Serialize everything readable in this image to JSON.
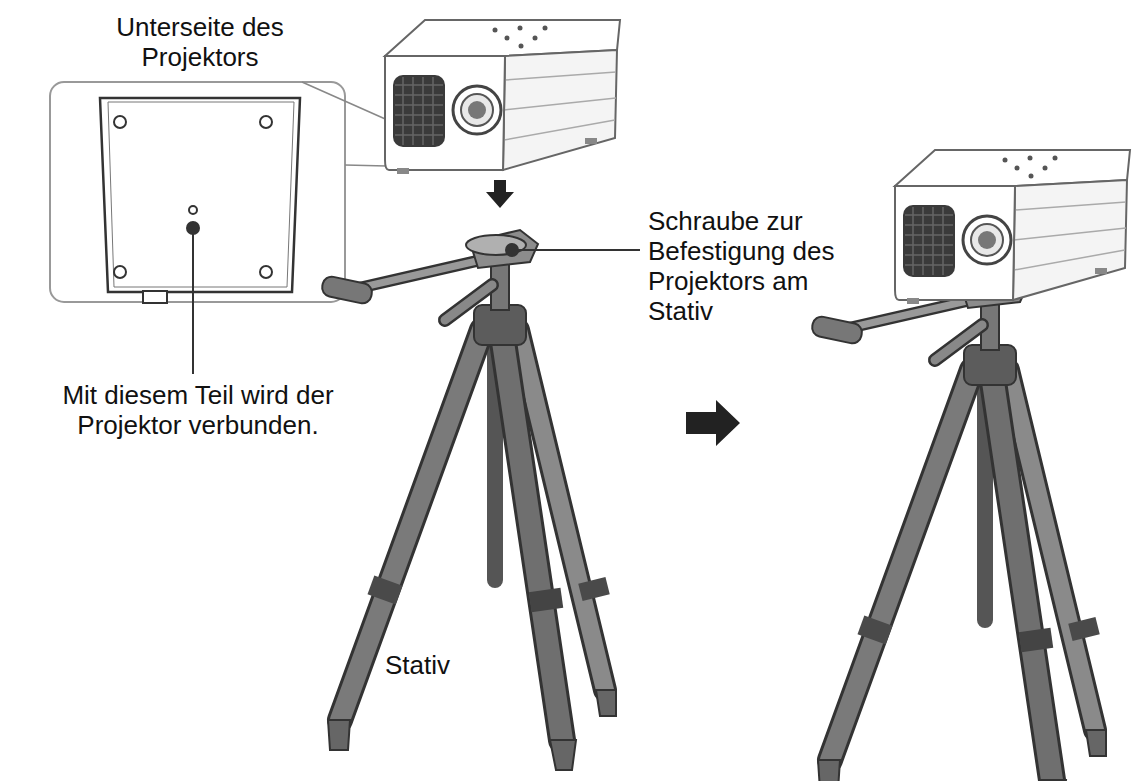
{
  "diagram": {
    "labels": [
      "Unterseite des Projektors",
      "Mit diesem Teil wird der Projektor verbunden.",
      "Schraube zur Befestigung des Projektors am Stativ",
      "Stativ"
    ]
  }
}
